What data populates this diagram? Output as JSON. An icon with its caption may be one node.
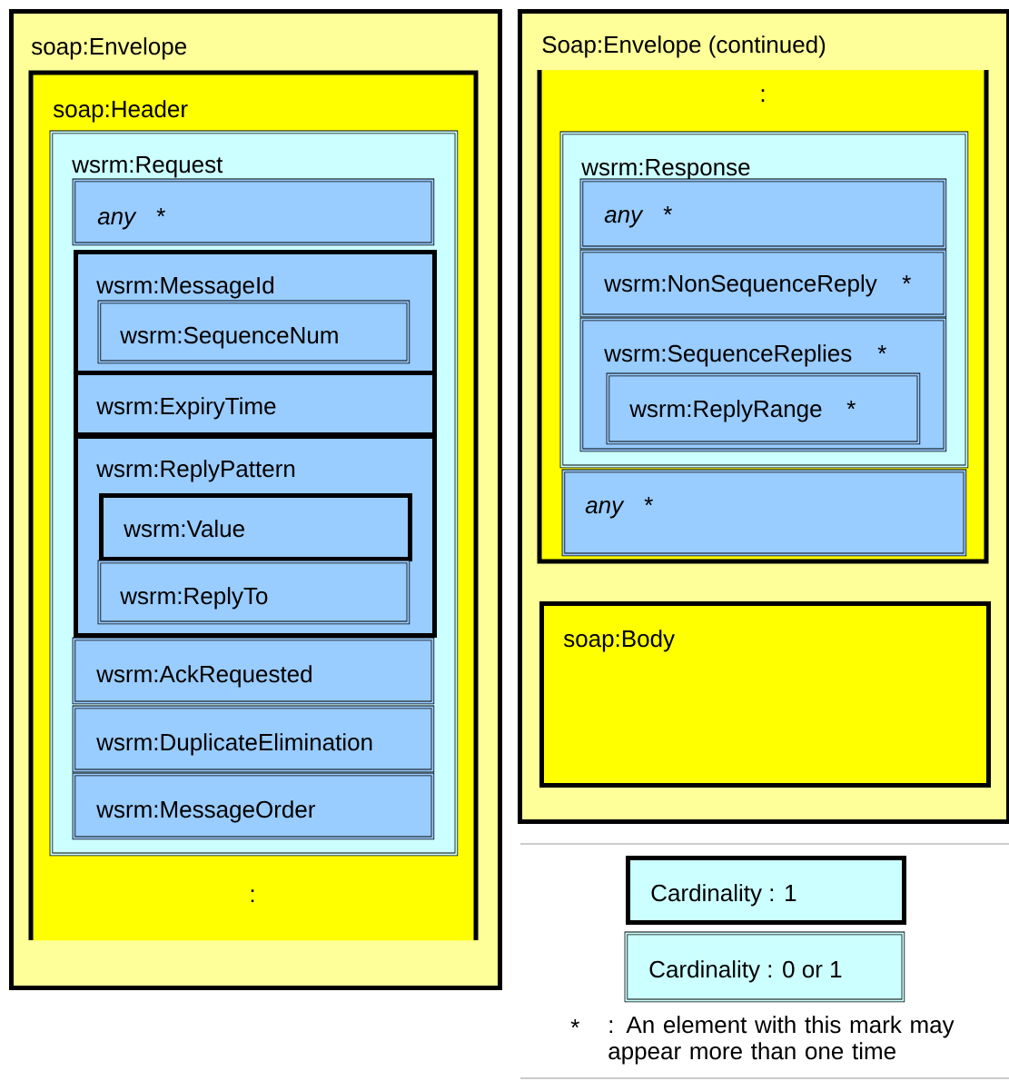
{
  "diagram": {
    "nodes": [
      {
        "text": [
          "soap:Envelope"
        ]
      },
      {
        "text": [
          "soap:Header",
          ":"
        ],
        "in": 0
      },
      {
        "text": [
          "wsrm:Request"
        ],
        "in": 1
      },
      {
        "text": [
          "any",
          "*"
        ],
        "in": 2
      },
      {
        "text": [
          "wsrm:MessageId"
        ],
        "in": 2
      },
      {
        "text": [
          "wsrm:SequenceNum"
        ],
        "in": 4
      },
      {
        "text": [
          "wsrm:ExpiryTime"
        ],
        "in": 2
      },
      {
        "text": [
          "wsrm:ReplyPattern"
        ],
        "in": 2
      },
      {
        "text": [
          "wsrm:Value"
        ],
        "in": 7
      },
      {
        "text": [
          "wsrm:ReplyTo"
        ],
        "in": 7
      },
      {
        "text": [
          "wsrm:AckRequested"
        ],
        "in": 2
      },
      {
        "text": [
          "wsrm:DuplicateElimination"
        ],
        "in": 2
      },
      {
        "text": [
          "wsrm:MessageOrder"
        ],
        "in": 2
      },
      {
        "text": [
          "Soap:Envelope (continued)"
        ]
      },
      {
        "text": [
          ":"
        ],
        "in": 13
      },
      {
        "text": [
          "wsrm:Response"
        ],
        "in": 14
      },
      {
        "text": [
          "any",
          "*"
        ],
        "in": 15
      },
      {
        "text": [
          "wsrm:NonSequenceReply",
          "*"
        ],
        "in": 15
      },
      {
        "text": [
          "wsrm:SequenceReplies",
          "*"
        ],
        "in": 15
      },
      {
        "text": [
          "wsrm:ReplyRange",
          "*"
        ],
        "in": 18
      },
      {
        "text": [
          "any",
          "*"
        ],
        "in": 14
      },
      {
        "text": [
          "soap:Body"
        ],
        "in": 13
      },
      {
        "text": [
          "Cardinality : 1"
        ]
      },
      {
        "text": [
          "Cardinality : 0 or 1"
        ]
      }
    ],
    "labels": [
      "*",
      ": An element with this mark may appear more than one time"
    ]
  }
}
